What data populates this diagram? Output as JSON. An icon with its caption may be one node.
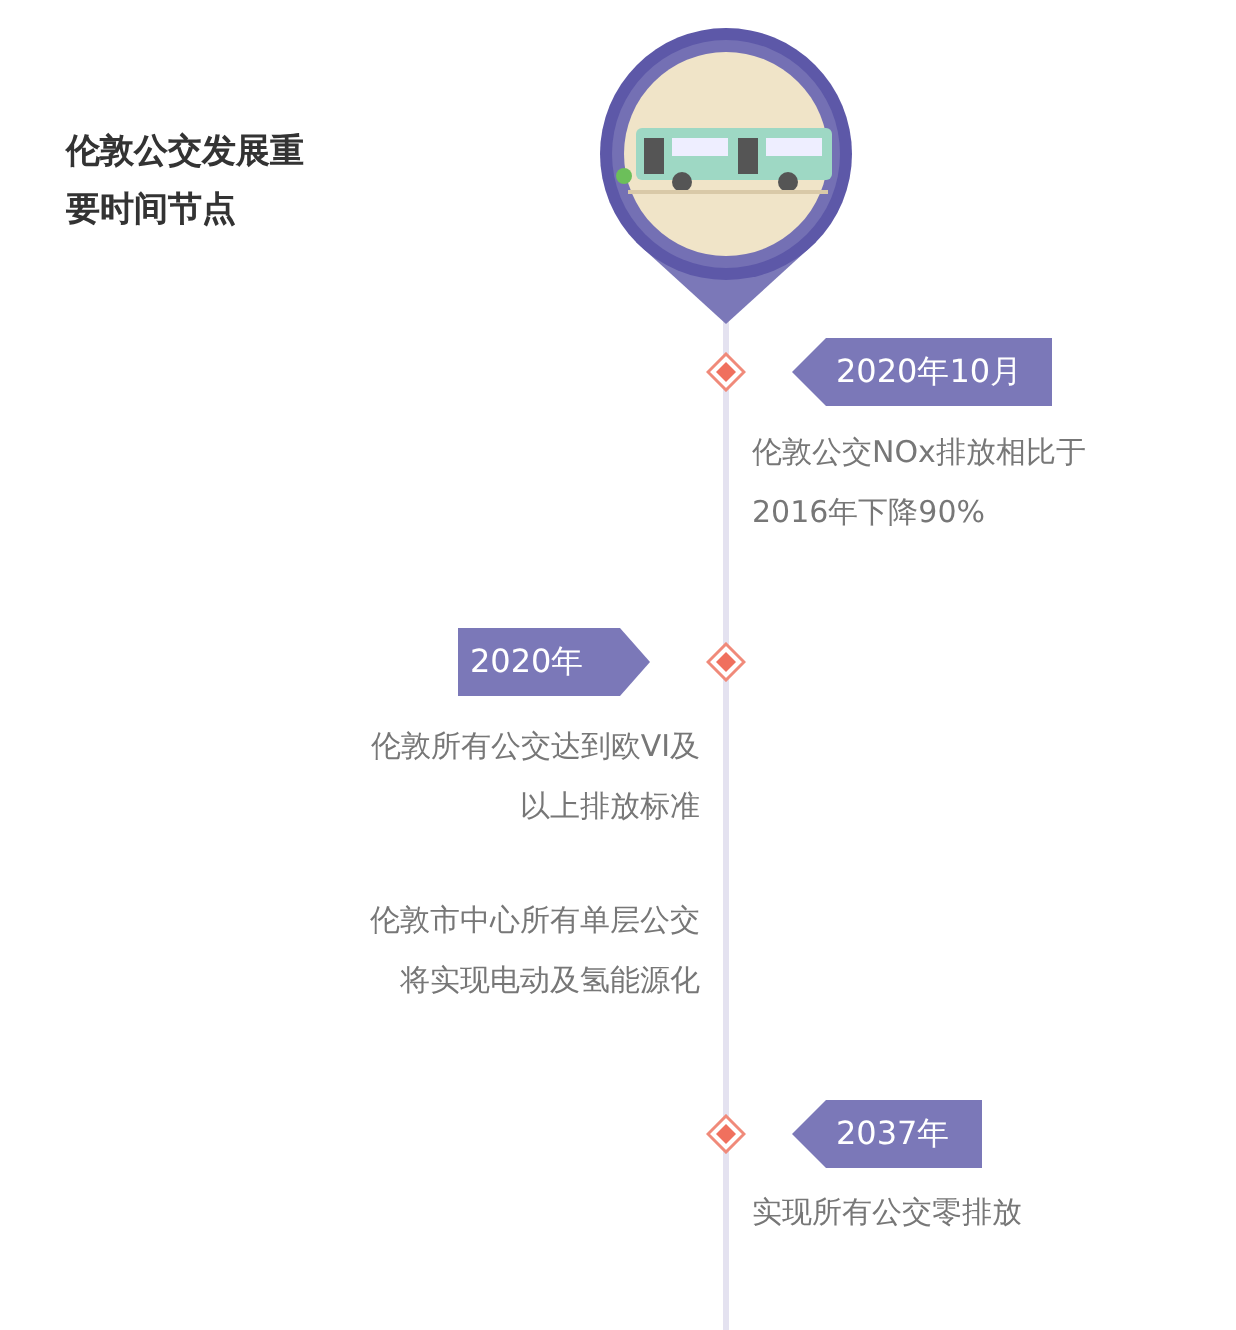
{
  "diagram": {
    "title": "伦敦公交发展重要时间节点",
    "nodes": [
      {
        "text": [
          "2020年10月"
        ],
        "beside": [
          "伦敦公交NOx排放相比于2016年下降90%"
        ]
      },
      {
        "text": [
          "2020年"
        ],
        "beside": [
          "伦敦所有公交达到欧VI及以上排放标准",
          "伦敦市中心所有单层公交将实现电动及氢能源化"
        ]
      },
      {
        "text": [
          "2037年"
        ],
        "beside": [
          "实现所有公交零排放"
        ]
      }
    ]
  }
}
